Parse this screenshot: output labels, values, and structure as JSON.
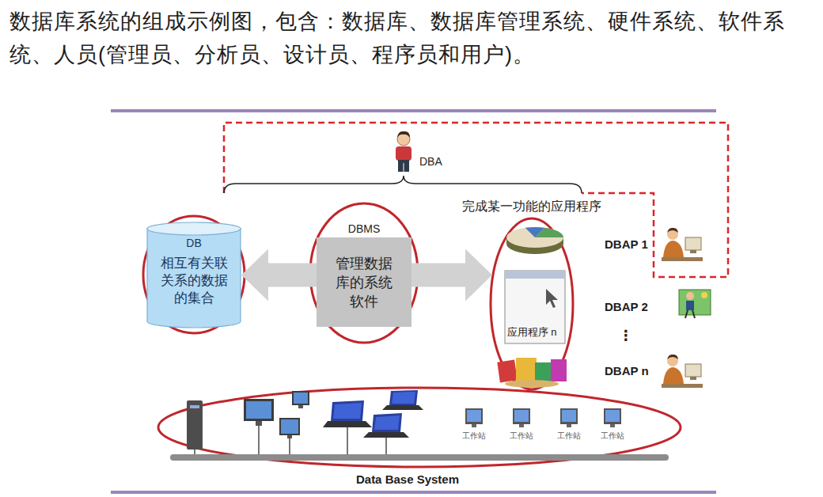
{
  "diagram": {
    "title": "数据库系统的组成示例图，包含：数据库、数据库管理系统、硬件系统、软件系统、人员(管理员、分析员、设计员、程序员和用户)。",
    "nodes": [
      {
        "text": [
          "DB",
          "相互有关联关系的数据的集合"
        ]
      },
      {
        "text": [
          "DBMS",
          "管理数据库的系统软件"
        ]
      },
      {
        "text": [
          "完成某一功能的应用程序",
          "应用程序 n"
        ]
      }
    ],
    "edges": [
      {
        "from": 1,
        "to": 0,
        "arrow": "to"
      },
      {
        "from": 1,
        "to": 2,
        "arrow": "to"
      }
    ],
    "labels": [
      "DBA",
      "DBAP 1",
      "DBAP 2",
      "⋮",
      "DBAP n",
      "工作站",
      "工作站",
      "工作站",
      "工作站",
      "Data Base System"
    ]
  }
}
